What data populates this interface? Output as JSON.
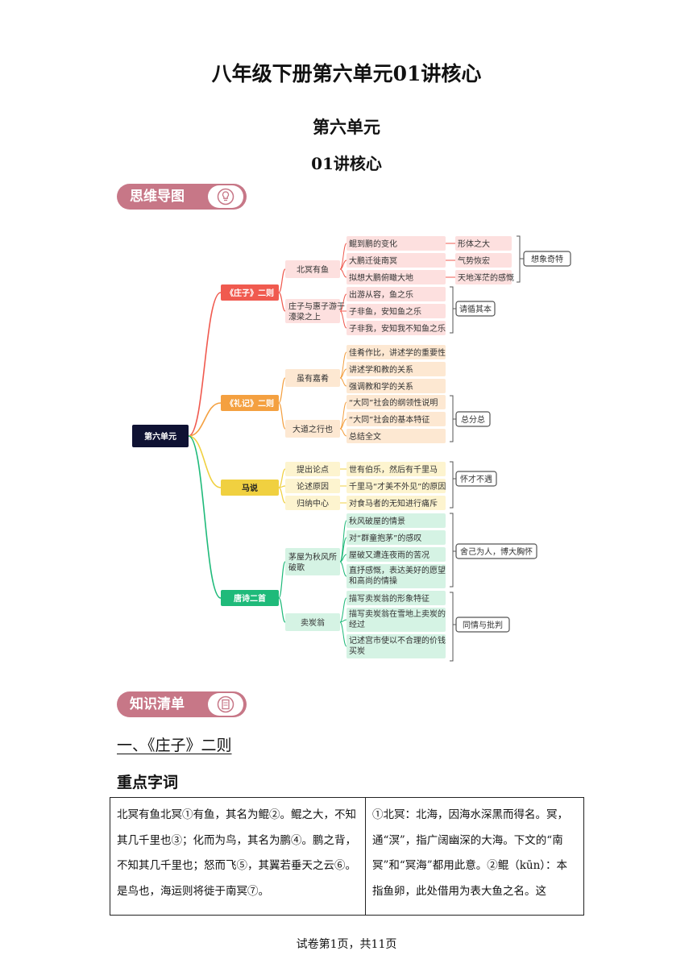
{
  "document": {
    "title": "八年级下册第六单元01讲核心",
    "unit_title": "第六单元",
    "lesson_title": "01讲核心"
  },
  "banners": {
    "mindmap": "思维导图",
    "knowledge_list": "知识清单"
  },
  "mindmap": {
    "root": "第六单元",
    "branches": [
      {
        "label": "《庄子》二则",
        "color": "#f05a4f",
        "children": [
          {
            "label": "北冥有鱼",
            "leaves": [
              "鲲到鹏的变化",
              "大鹏迁徙南冥",
              "拟想大鹏俯瞰大地"
            ],
            "notes": [
              "形体之大",
              "气势恢宏",
              "天地浑茫的感慨"
            ]
          },
          {
            "label": "庄子与惠子游于濠梁之上",
            "leaves": [
              "出游从容，鱼之乐",
              "子非鱼，安知鱼之乐",
              "子非我，安知我不知鱼之乐"
            ],
            "notes": []
          }
        ],
        "summaries": [
          "想象奇特",
          "请循其本"
        ]
      },
      {
        "label": "《礼记》二则",
        "color": "#f4a040",
        "children": [
          {
            "label": "虽有嘉肴",
            "leaves": [
              "佳肴作比，讲述学的重要性",
              "讲述学和教的关系",
              "强调教和学的关系"
            ],
            "notes": []
          },
          {
            "label": "大道之行也",
            "leaves": [
              "“大同”社会的纲领性说明",
              "“大同”社会的基本特征",
              "总结全文"
            ],
            "notes": []
          }
        ],
        "summaries": [
          "总分总"
        ]
      },
      {
        "label": "马说",
        "color": "#f0d040",
        "children": [
          {
            "label": "提出论点",
            "leaves": [
              "世有伯乐，然后有千里马"
            ],
            "notes": []
          },
          {
            "label": "论述原因",
            "leaves": [
              "千里马“才美不外见”的原因"
            ],
            "notes": []
          },
          {
            "label": "归纳中心",
            "leaves": [
              "对食马者的无知进行痛斥"
            ],
            "notes": []
          }
        ],
        "summaries": [
          "怀才不遇"
        ]
      },
      {
        "label": "唐诗二首",
        "color": "#1fba7a",
        "children": [
          {
            "label": "茅屋为秋风所破歌",
            "leaves": [
              "秋风破屋的情景",
              "对“群童抱茅”的感叹",
              "屋破又遭连夜雨的苦况",
              "直抒感慨，表达美好的愿望和高尚的情操"
            ],
            "notes": []
          },
          {
            "label": "卖炭翁",
            "leaves": [
              "描写卖炭翁的形象特征",
              "描写卖炭翁在雪地上卖炭的经过",
              "记述宫市使以不合理的价钱买炭"
            ],
            "notes": []
          }
        ],
        "summaries": [
          "舍己为人，博大胸怀",
          "同情与批判"
        ]
      }
    ]
  },
  "knowledge": {
    "section_heading": "一、《庄子》二则",
    "sub_heading": "重点字词",
    "table": {
      "left_text": "北冥有鱼北冥①有鱼，其名为鲲②。鲲之大，不知其几千里也③；化而为鸟，其名为鹏④。鹏之背，不知其几千里也；怒而飞⑤，其翼若垂天之云⑥。是鸟也，海运则将徙于南冥⑦。",
      "right_text": "①北冥：北海，因海水深黑而得名。冥，通“溟”，指广阔幽深的大海。下文的“南冥”和“冥海”都用此意。②鲲（kūn）：本指鱼卵，此处借用为表大鱼之名。这"
    }
  },
  "footer": "试卷第1页，共11页"
}
